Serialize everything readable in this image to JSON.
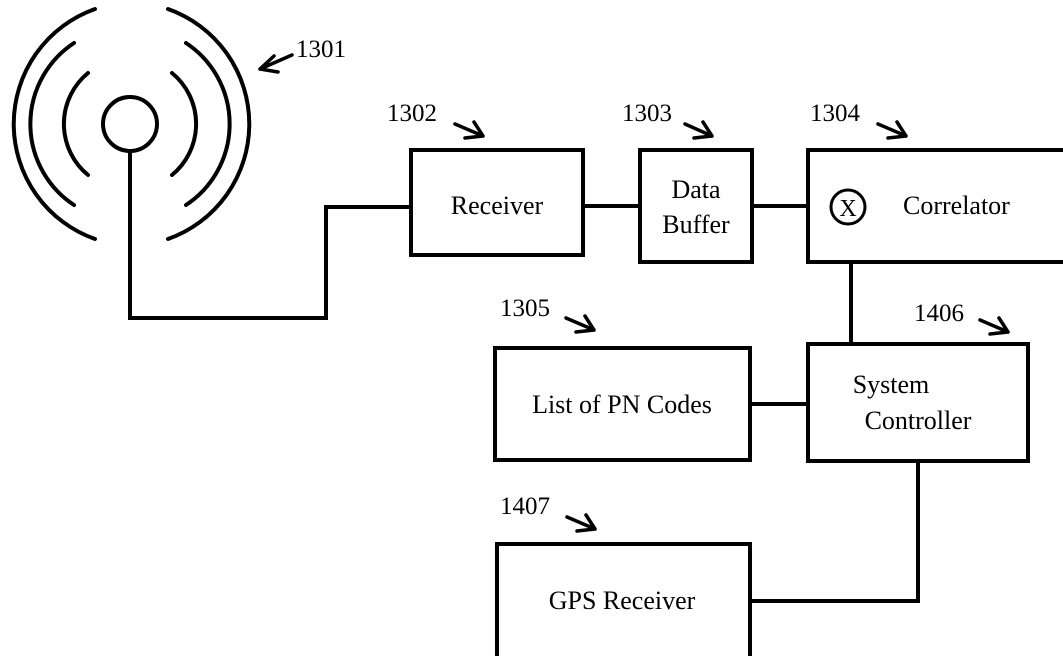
{
  "diagram": {
    "antenna": {
      "ref": "1301"
    },
    "receiver": {
      "ref": "1302",
      "label": "Receiver"
    },
    "data_buffer": {
      "ref": "1303",
      "label_line1": "Data",
      "label_line2": "Buffer"
    },
    "correlator": {
      "ref": "1304",
      "label": "Correlator",
      "multiplier_symbol": "X"
    },
    "pn_codes": {
      "ref": "1305",
      "label": "List of PN Codes"
    },
    "system_controller": {
      "ref": "1406",
      "label_line1": "System",
      "label_line2": "Controller"
    },
    "gps_receiver": {
      "ref": "1407",
      "label": "GPS Receiver"
    }
  }
}
